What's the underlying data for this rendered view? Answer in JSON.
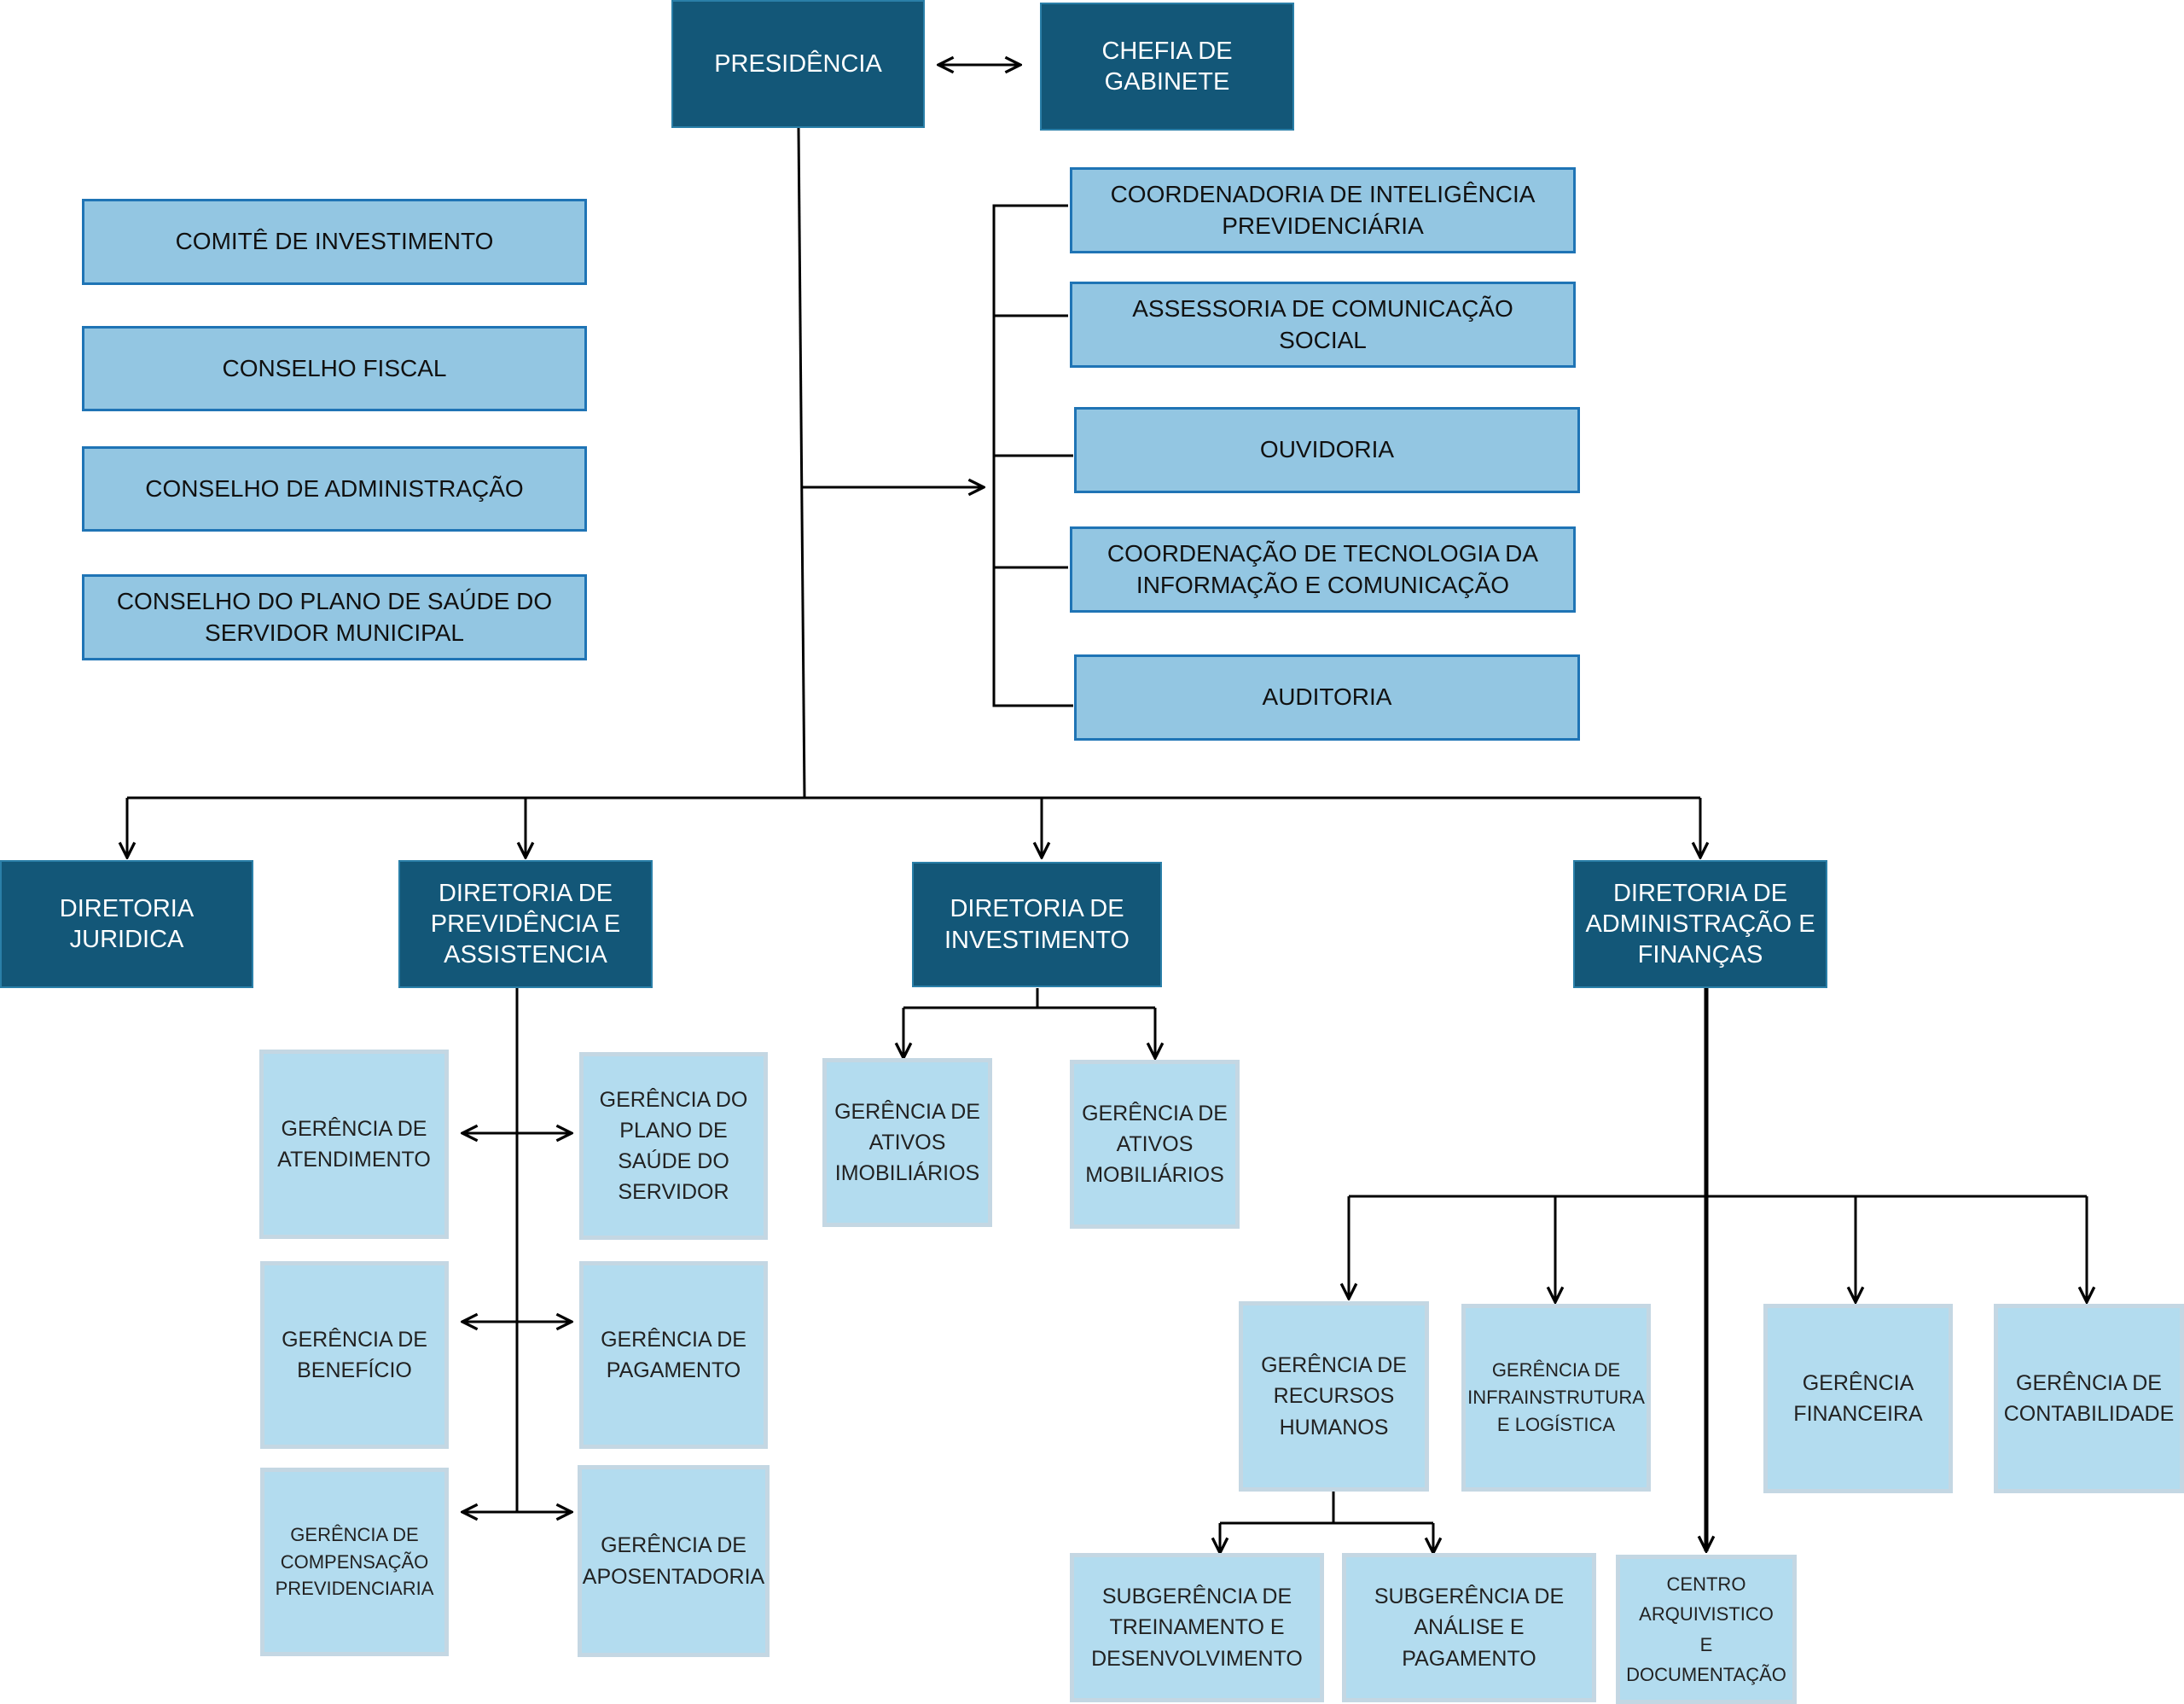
{
  "top": {
    "presidencia": "PRESIDÊNCIA",
    "chefia": "CHEFIA DE\nGABINETE"
  },
  "councils": [
    "COMITÊ DE INVESTIMENTO",
    "CONSELHO FISCAL",
    "CONSELHO DE ADMINISTRAÇÃO",
    "CONSELHO DO PLANO DE SAÚDE DO\nSERVIDOR MUNICIPAL"
  ],
  "advisory": [
    "COORDENADORIA DE INTELIGÊNCIA\nPREVIDENCIÁRIA",
    "ASSESSORIA DE COMUNICAÇÃO\nSOCIAL",
    "OUVIDORIA",
    "COORDENAÇÃO DE TECNOLOGIA DA\nINFORMAÇÃO E COMUNICAÇÃO",
    "AUDITORIA"
  ],
  "directorates": {
    "juridica": "DIRETORIA\nJURIDICA",
    "previdencia": "DIRETORIA DE\nPREVIDÊNCIA E\nASSISTENCIA",
    "investimento": "DIRETORIA DE\nINVESTIMENTO",
    "administracao": "DIRETORIA DE\nADMINISTRAÇÃO E\nFINANÇAS"
  },
  "previdencia_units": {
    "atendimento": "GERÊNCIA DE\nATENDIMENTO",
    "plano_saude": "GERÊNCIA DO\nPLANO DE\nSAÚDE DO\nSERVIDOR",
    "beneficio": "GERÊNCIA DE\nBENEFÍCIO",
    "pagamento": "GERÊNCIA DE\nPAGAMENTO",
    "compensacao": "GERÊNCIA DE\nCOMPENSAÇÃO\nPREVIDENCIARIA",
    "aposentadoria": "GERÊNCIA DE\nAPOSENTADORIA"
  },
  "investimento_units": {
    "imobiliarios": "GERÊNCIA DE\nATIVOS\nIMOBILIÁRIOS",
    "mobiliarios": "GERÊNCIA DE\nATIVOS\nMOBILIÁRIOS"
  },
  "administracao_units": {
    "rh": "GERÊNCIA DE\nRECURSOS\nHUMANOS",
    "infra": "GERÊNCIA DE\nINFRAINSTRUTURA\nE LOGÍSTICA",
    "financeira": "GERÊNCIA\nFINANCEIRA",
    "contabilidade": "GERÊNCIA DE\nCONTABILIDADE",
    "centro": "CENTRO\nARQUIVISTICO\nE\nDOCUMENTAÇÃO"
  },
  "rh_units": {
    "treinamento": "SUBGERÊNCIA DE\nTREINAMENTO E\nDESENVOLVIMENTO",
    "analise": "SUBGERÊNCIA DE\nANÁLISE E\nPAGAMENTO"
  },
  "colors": {
    "dark_fill": "#135778",
    "mid_fill": "#93c6e2",
    "light_fill": "#b3dcef",
    "line": "#000000"
  }
}
